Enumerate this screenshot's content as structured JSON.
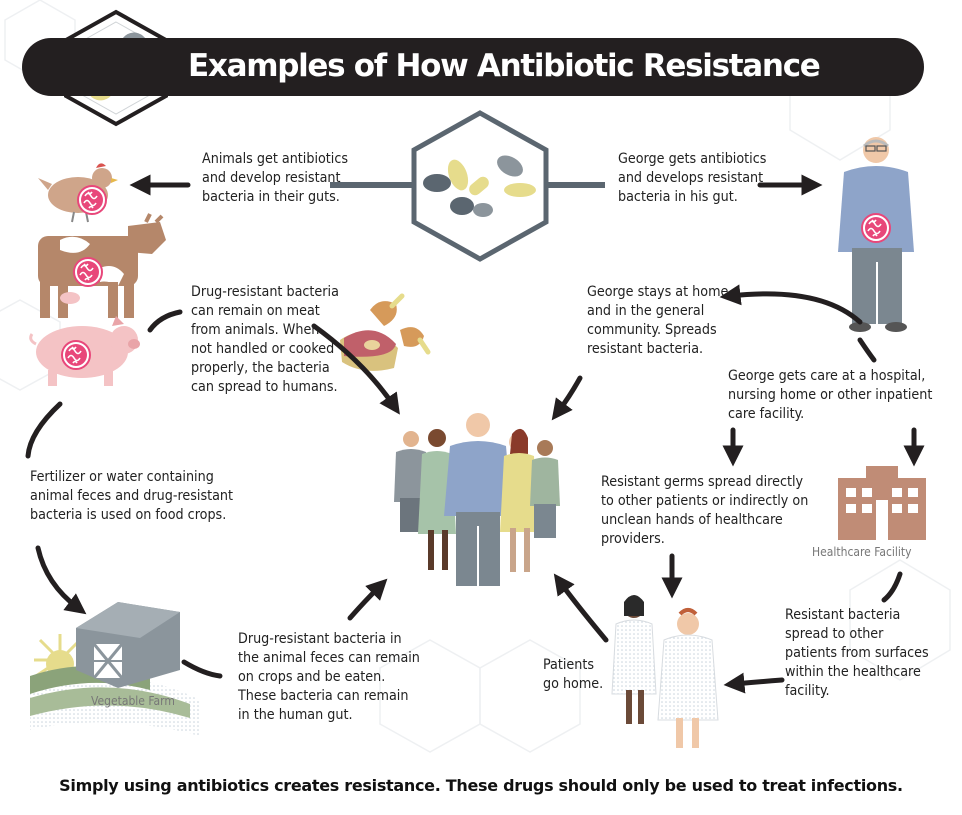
{
  "title": "Examples of How Antibiotic Resistance Spreads",
  "icons": {
    "title_icon": "capsule-icon",
    "center_icon": "pills-icon"
  },
  "steps": {
    "animals_get_antibiotics": "Animals get antibiotics and develop resistant bacteria in their guts.",
    "george_gets_antibiotics": "George gets antibiotics and develops resistant bacteria in his gut.",
    "meat": "Drug-resistant bacteria can remain on meat from animals. When not handled or cooked properly, the bacteria can spread to humans.",
    "george_home": "George stays at home and in the general community. Spreads resistant bacteria.",
    "george_care": "George gets care at a hospital, nursing home or other inpatient care facility.",
    "fertilizer": "Fertilizer or water containing animal feces and drug-resistant bacteria is used on food crops.",
    "germs_spread": "Resistant germs spread directly to other patients or indirectly on unclean hands of healthcare providers.",
    "crops": "Drug-resistant bacteria in the animal feces can remain on crops and be eaten. These bacteria can remain in the human gut.",
    "patients_home": "Patients go home.",
    "surfaces": "Resistant bacteria spread to other patients from surfaces within the healthcare facility."
  },
  "labels": {
    "healthcare_facility": "Healthcare Facility",
    "vegetable_farm": "Vegetable Farm"
  },
  "footer": "Simply using antibiotics creates resistance.  These drugs should only be used to treat infections.",
  "colors": {
    "title_bg": "#231f20",
    "arrow": "#231f20",
    "bacteria": "#e8477a",
    "cow_brown": "#b5876a",
    "pig_pink": "#f4c3c5",
    "building": "#c08c76",
    "person_blue": "#8ea4c9",
    "person_gray": "#7b8790",
    "barn_gray": "#8b959c",
    "field_green": "#8ba37a",
    "sun_yellow": "#e6dc8c",
    "hexagon_stroke": "#5b6670"
  }
}
